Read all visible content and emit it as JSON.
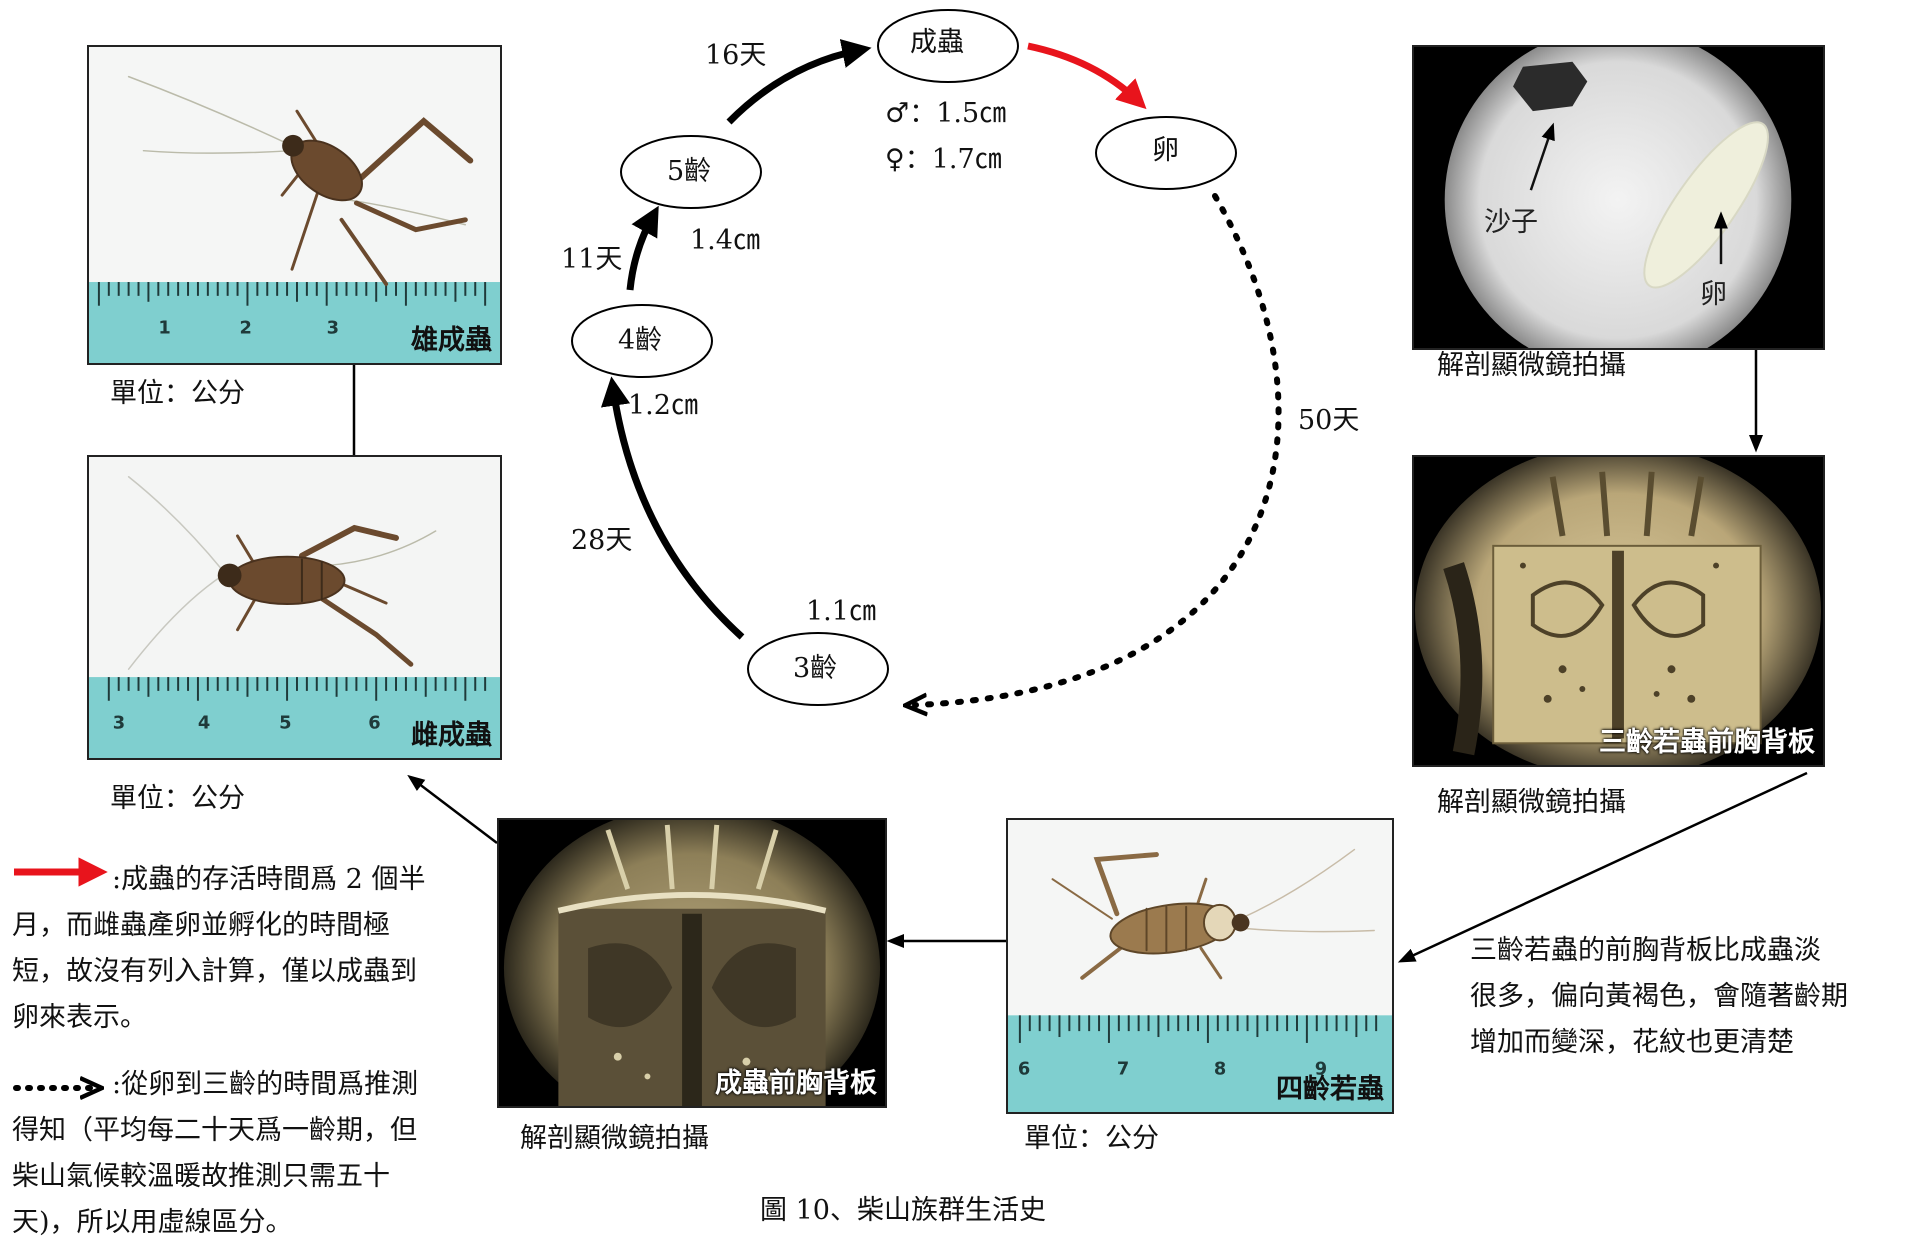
{
  "cycle": {
    "stages": {
      "adult": "成蟲",
      "egg": "卵",
      "instar5": "5齡",
      "instar4": "4齡",
      "instar3": "3齡"
    },
    "durations": {
      "to_adult": "16天",
      "egg_to_3": "50天",
      "to_5": "11天",
      "to_4": "28天"
    },
    "sizes": {
      "male": "♂：1.5㎝",
      "female": "♀：1.7㎝",
      "instar5": "1.4㎝",
      "instar4": "1.2㎝",
      "instar3": "1.1㎝"
    }
  },
  "photos": {
    "male": {
      "tag": "雄成蟲",
      "caption": "單位：公分"
    },
    "female": {
      "tag": "雌成蟲",
      "caption": "單位：公分"
    },
    "egg": {
      "sand": "沙子",
      "egg": "卵",
      "caption": "解剖顯微鏡拍攝"
    },
    "pronotum3": {
      "tag": "三齡若蟲前胸背板",
      "caption": "解剖顯微鏡拍攝"
    },
    "nymph4": {
      "tag": "四齡若蟲",
      "caption": "單位：公分"
    },
    "adult_pronotum": {
      "tag": "成蟲前胸背板",
      "caption": "解剖顯微鏡拍攝"
    }
  },
  "ruler_numbers": {
    "male": [
      "1",
      "2",
      "3"
    ],
    "female": [
      "3",
      "4",
      "5",
      "6"
    ],
    "nymph4": [
      "6",
      "7",
      "8",
      "9"
    ]
  },
  "notes": {
    "comparison": [
      "三齡若蟲的前胸背板比成蟲淡",
      "很多，偏向黃褐色，會隨著齡期",
      "增加而變深，花紋也更清楚"
    ],
    "legend_red": [
      ":成蟲的存活時間爲 2 個半",
      "月，而雌蟲產卵並孵化的時間極",
      "短，故沒有列入計算，僅以成蟲到",
      "卵來表示。"
    ],
    "legend_dotted": [
      ":從卵到三齡的時間爲推測",
      "得知（平均每二十天爲一齡期，但",
      "柴山氣候較溫暖故推測只需五十",
      "天)，所以用虛線區分。"
    ]
  },
  "figure_caption": "圖  10、柴山族群生活史",
  "colors": {
    "red_arrow": "#e8141c",
    "ruler": "#7fcfcf",
    "scope_dark": "#000000",
    "cricket_brown": "#6b4a2e"
  }
}
